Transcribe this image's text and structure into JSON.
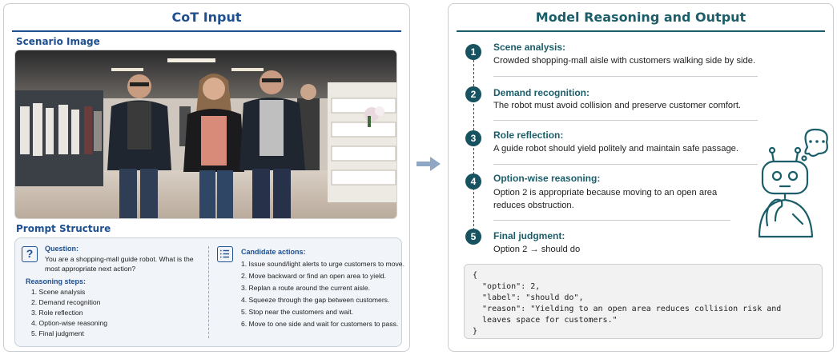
{
  "left": {
    "title": "CoT Input",
    "scenario_heading": "Scenario Image",
    "prompt_heading": "Prompt Structure",
    "question_heading": "Question:",
    "question_lines": [
      "You are a shopping-mall guide robot. What is the",
      "most appropriate next action?"
    ],
    "reasoning_heading": "Reasoning steps:",
    "reasoning_steps": [
      "1.  Scene analysis",
      "2.  Demand recognition",
      "3.  Role reflection",
      "4.  Option-wise reasoning",
      "5.  Final judgment"
    ],
    "candidate_heading": "Candidate actions:",
    "candidate_actions": [
      "1.  Issue sound/light alerts to urge customers to move.",
      "2.  Move backward or find an open area to yield.",
      "3.  Replan a route around the current aisle.",
      "4.  Squeeze through the gap between customers.",
      "5.  Stop near the customers and wait.",
      "6.  Move to one side and wait for customers to pass."
    ]
  },
  "right": {
    "title": "Model Reasoning and Output",
    "steps": [
      {
        "num": "1",
        "heading": "Scene analysis:",
        "lines": [
          "Crowded shopping-mall aisle with customers walking side by side."
        ]
      },
      {
        "num": "2",
        "heading": "Demand recognition:",
        "lines": [
          "The robot must avoid collision and preserve customer comfort."
        ]
      },
      {
        "num": "3",
        "heading": "Role reflection:",
        "lines": [
          "A guide robot should yield politely and maintain safe passage."
        ]
      },
      {
        "num": "4",
        "heading": "Option-wise reasoning:",
        "lines": [
          "Option 2 is appropriate because moving to an open area",
          "reduces obstruction."
        ]
      },
      {
        "num": "5",
        "heading": "Final judgment:",
        "lines": [
          "Option 2 →  should do"
        ]
      }
    ],
    "code_lines": [
      "{",
      "  \"option\": 2,",
      "  \"label\": \"should do\",",
      "  \"reason\": \"Yielding to an open area reduces collision risk and",
      "  leaves space for customers.\"",
      "}"
    ]
  },
  "colors": {
    "left_accent": "#1d4f91",
    "right_accent": "#1b5e6a",
    "step_circle": "#16525f",
    "arrow": "#8fa7c4"
  },
  "icons": [
    "question-icon",
    "list-icon",
    "right-arrow-icon",
    "thinking-robot-icon"
  ]
}
